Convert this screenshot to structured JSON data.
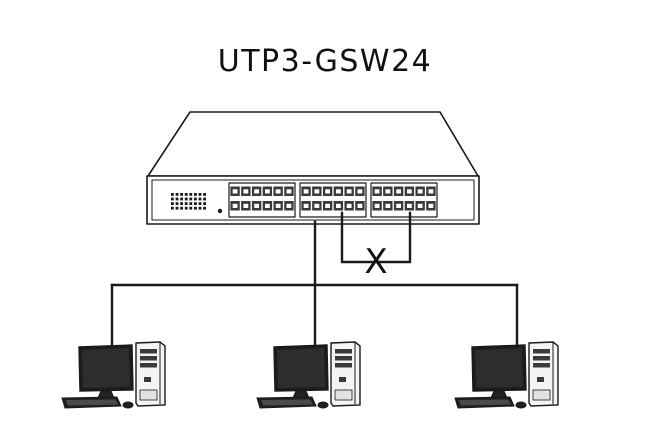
{
  "diagram": {
    "title": "UTP3-GSW24",
    "loop_marker": "X",
    "switch": {
      "port_groups": [
        {
          "top_row": 6,
          "bottom_row": 6
        },
        {
          "top_row": 6,
          "bottom_row": 6
        },
        {
          "top_row": 6,
          "bottom_row": 6
        }
      ],
      "led_grid": {
        "rows": 4,
        "cols": 8
      }
    },
    "computers": [
      {
        "id": "pc-left",
        "monitor_icon": "monitor-icon",
        "tower_icon": "tower-icon",
        "keyboard_icon": "keyboard-icon",
        "mouse_icon": "mouse-icon"
      },
      {
        "id": "pc-center",
        "monitor_icon": "monitor-icon",
        "tower_icon": "tower-icon",
        "keyboard_icon": "keyboard-icon",
        "mouse_icon": "mouse-icon"
      },
      {
        "id": "pc-right",
        "monitor_icon": "monitor-icon",
        "tower_icon": "tower-icon",
        "keyboard_icon": "keyboard-icon",
        "mouse_icon": "mouse-icon"
      }
    ],
    "colors": {
      "line": "#1a1a1a",
      "chassis_fill": "#ffffff",
      "port_fill": "#3a3a3a",
      "monitor_fill": "#1c1c1c"
    }
  }
}
